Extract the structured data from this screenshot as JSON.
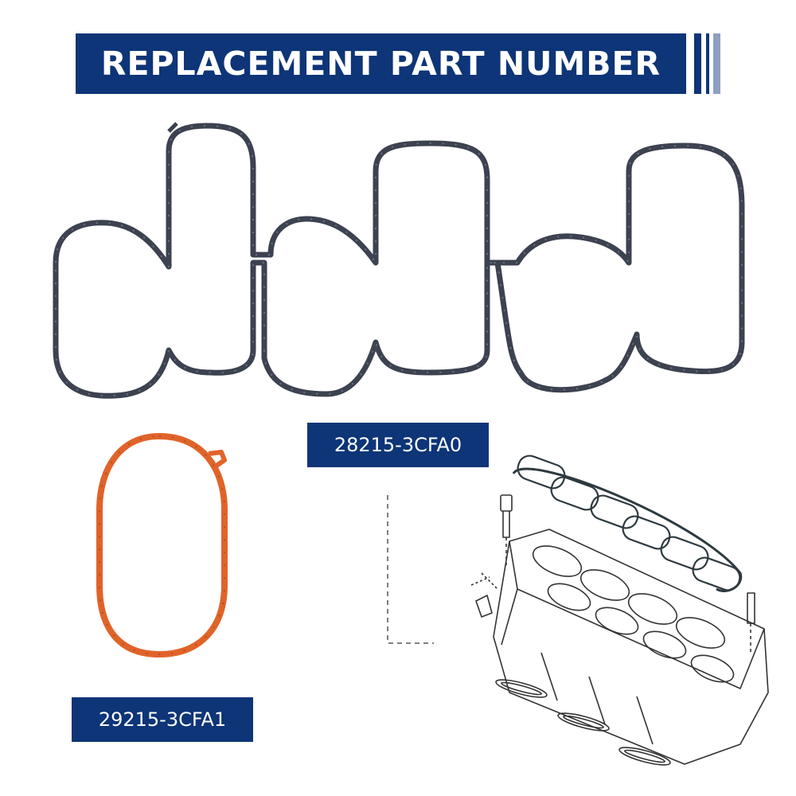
{
  "banner": {
    "title": "REPLACEMENT PART NUMBER"
  },
  "parts": {
    "large_gasket": {
      "part_number": "28215-3CFA0"
    },
    "small_gasket": {
      "part_number": "29215-3CFA1"
    }
  },
  "colors": {
    "banner_blue": "#0d3577",
    "stripe_light": "#8da0c2",
    "gasket_dark": "#3c4250",
    "gasket_orange": "#e0642a"
  }
}
